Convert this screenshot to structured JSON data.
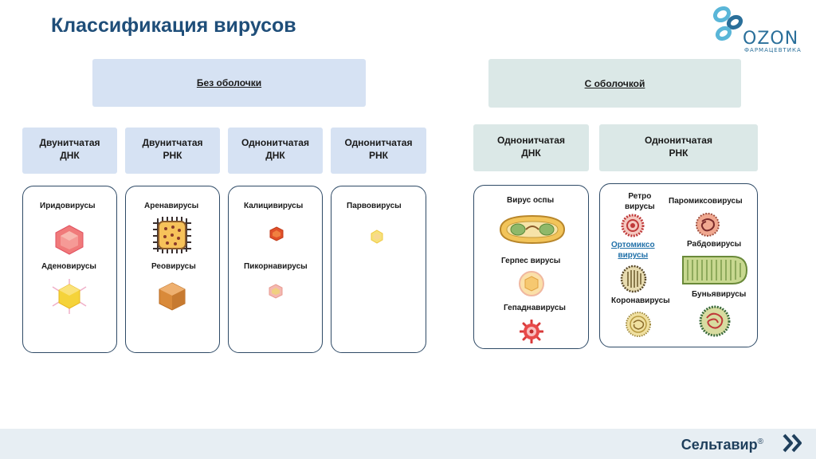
{
  "title": "Классификация вирусов",
  "logo": {
    "word": "OZON",
    "sub": "ФАРМАЦЕВТИКА"
  },
  "groups": {
    "non_enveloped": "Без оболочки",
    "enveloped": "С оболочкой"
  },
  "categories": {
    "ds_dna": {
      "line1": "Двунитчатая",
      "line2": "ДНК"
    },
    "ds_rna": {
      "line1": "Двунитчатая",
      "line2": "РНК"
    },
    "ss_dna": {
      "line1": "Однонитчатая",
      "line2": "ДНК"
    },
    "ss_rna": {
      "line1": "Однонитчатая",
      "line2": "РНК"
    },
    "env_ss_dna": {
      "line1": "Однонитчатая",
      "line2": "ДНК"
    },
    "env_ss_rna": {
      "line1": "Однонитчатая",
      "line2": "РНК"
    }
  },
  "viruses": {
    "irido": "Иридовирусы",
    "adeno": "Аденовирусы",
    "arena": "Аренавирусы",
    "reo": "Реовирусы",
    "calici": "Калицивирусы",
    "picorna": "Пикорнавирусы",
    "parvo": "Парвовирусы",
    "pox": "Вирус оспы",
    "herpes": "Герпес вирусы",
    "hepadna": "Гепаднавирусы",
    "retro_1": "Ретро",
    "retro_2": "вирусы",
    "paramyxo": "Паромиксовирусы",
    "orthomyxo_1": "Ортомиксо",
    "orthomyxo_2": "вирусы",
    "rhabdo": "Рабдовирусы",
    "corona": "Коронавирусы",
    "bunya": "Буньявирусы"
  },
  "footer": {
    "brand": "Сельтавир",
    "reg": "®"
  },
  "colors": {
    "title": "#1f4e79",
    "blue_panel": "#d6e2f3",
    "green_panel": "#dbe8e7",
    "border": "#2e4a66",
    "link": "#1f6fa8"
  }
}
